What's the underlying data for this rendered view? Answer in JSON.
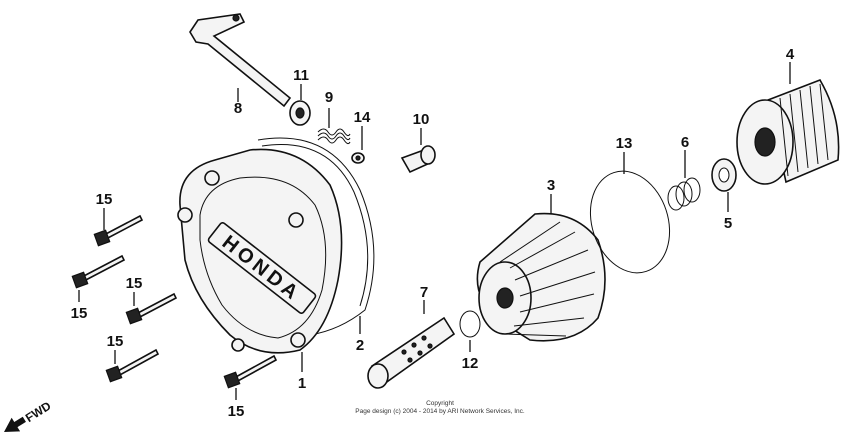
{
  "callouts": {
    "c1": "1",
    "c2": "2",
    "c3": "3",
    "c4": "4",
    "c5": "5",
    "c6": "6",
    "c7": "7",
    "c8": "8",
    "c9": "9",
    "c10": "10",
    "c11": "11",
    "c12": "12",
    "c13": "13",
    "c14": "14",
    "c15a": "15",
    "c15b": "15",
    "c15c": "15",
    "c15d": "15",
    "c15e": "15"
  },
  "cover_logo": "HONDA",
  "fwd_label": "FWD",
  "copyright": {
    "line1": "Copyright",
    "line2": "Page design (c) 2004 - 2014 by ARI Network Services, Inc."
  }
}
